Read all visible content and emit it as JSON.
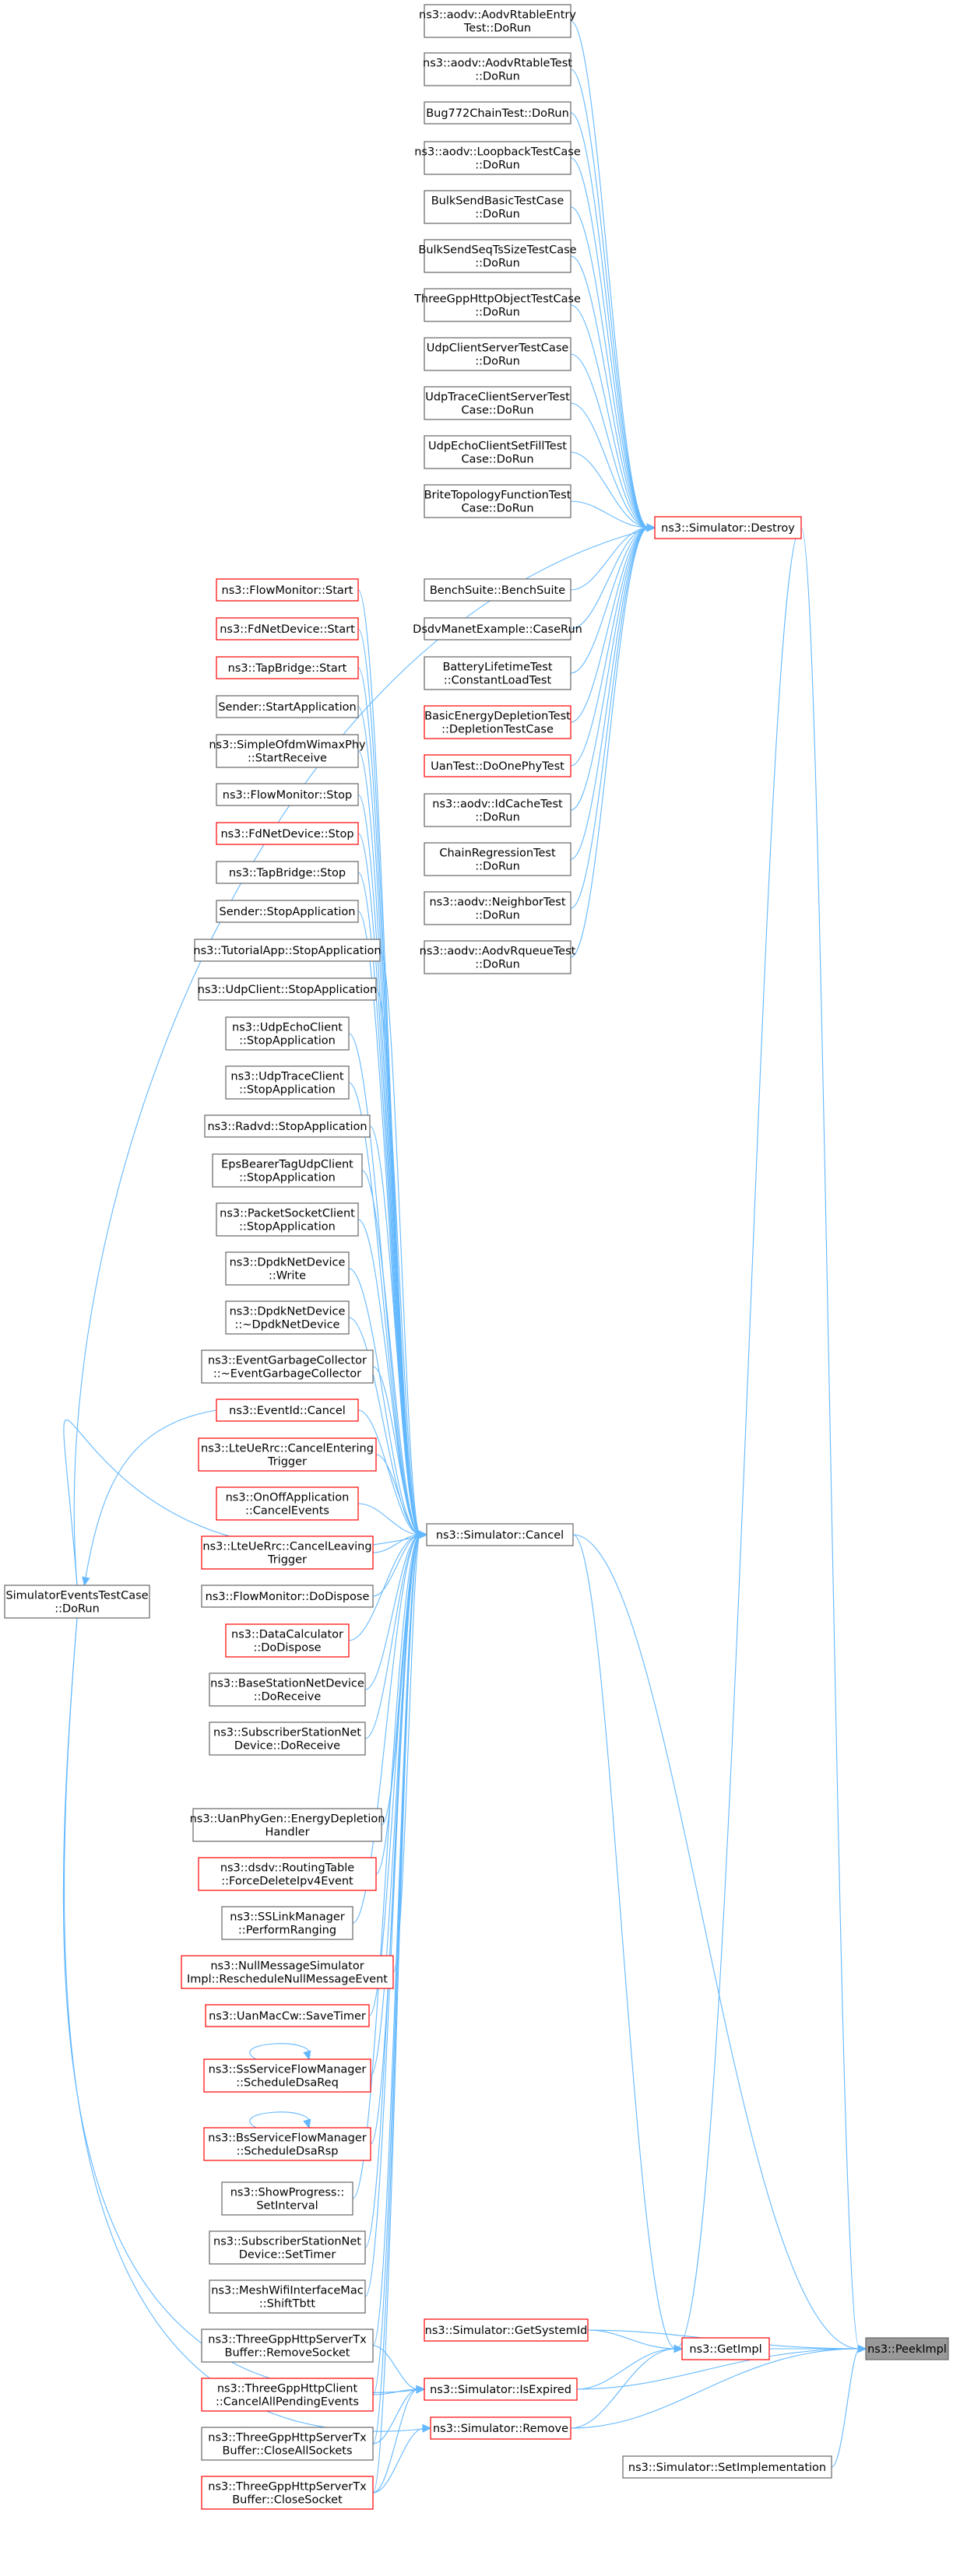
{
  "colors": {
    "edge": "#63b8ff",
    "node_border": "#666666",
    "node_border_incomplete": "#ff0000",
    "node_fill": "#ffffff",
    "target_fill": "#999999",
    "text": "#000000"
  },
  "nodes": [
    {
      "id": "n_aodvRtableEntry",
      "lines": [
        "ns3::aodv::AodvRtableEntry",
        "Test::DoRun"
      ],
      "red": false
    },
    {
      "id": "n_aodvRtableTest",
      "lines": [
        "ns3::aodv::AodvRtableTest",
        "::DoRun"
      ],
      "red": false
    },
    {
      "id": "n_bug772",
      "lines": [
        "Bug772ChainTest::DoRun"
      ],
      "red": false
    },
    {
      "id": "n_aodvLoopback",
      "lines": [
        "ns3::aodv::LoopbackTestCase",
        "::DoRun"
      ],
      "red": false
    },
    {
      "id": "n_bulkSendBasic",
      "lines": [
        "BulkSendBasicTestCase",
        "::DoRun"
      ],
      "red": false
    },
    {
      "id": "n_bulkSendSeq",
      "lines": [
        "BulkSendSeqTsSizeTestCase",
        "::DoRun"
      ],
      "red": false
    },
    {
      "id": "n_threeGppHttpObj",
      "lines": [
        "ThreeGppHttpObjectTestCase",
        "::DoRun"
      ],
      "red": false
    },
    {
      "id": "n_udpClientServer",
      "lines": [
        "UdpClientServerTestCase",
        "::DoRun"
      ],
      "red": false
    },
    {
      "id": "n_udpTraceClient",
      "lines": [
        "UdpTraceClientServerTest",
        "Case::DoRun"
      ],
      "red": false
    },
    {
      "id": "n_udpEchoFill",
      "lines": [
        "UdpEchoClientSetFillTest",
        "Case::DoRun"
      ],
      "red": false
    },
    {
      "id": "n_briteTopology",
      "lines": [
        "BriteTopologyFunctionTest",
        "Case::DoRun"
      ],
      "red": false
    },
    {
      "id": "n_destroy",
      "lines": [
        "ns3::Simulator::Destroy"
      ],
      "red": true
    },
    {
      "id": "n_benchSuite",
      "lines": [
        "BenchSuite::BenchSuite"
      ],
      "red": false
    },
    {
      "id": "n_dsdvManet",
      "lines": [
        "DsdvManetExample::CaseRun"
      ],
      "red": false
    },
    {
      "id": "n_batteryLifetime",
      "lines": [
        "BatteryLifetimeTest",
        "::ConstantLoadTest"
      ],
      "red": false
    },
    {
      "id": "n_basicEnergy",
      "lines": [
        "BasicEnergyDepletionTest",
        "::DepletionTestCase"
      ],
      "red": true
    },
    {
      "id": "n_uanTest",
      "lines": [
        "UanTest::DoOnePhyTest"
      ],
      "red": true
    },
    {
      "id": "n_aodvIdCache",
      "lines": [
        "ns3::aodv::IdCacheTest",
        "::DoRun"
      ],
      "red": false
    },
    {
      "id": "n_chainRegression",
      "lines": [
        "ChainRegressionTest",
        "::DoRun"
      ],
      "red": false
    },
    {
      "id": "n_aodvNeighbor",
      "lines": [
        "ns3::aodv::NeighborTest",
        "::DoRun"
      ],
      "red": false
    },
    {
      "id": "n_aodvRqueue",
      "lines": [
        "ns3::aodv::AodvRqueueTest",
        "::DoRun"
      ],
      "red": false
    },
    {
      "id": "n_flowMonitorStart",
      "lines": [
        "ns3::FlowMonitor::Start"
      ],
      "red": true
    },
    {
      "id": "n_fdNetDeviceStart",
      "lines": [
        "ns3::FdNetDevice::Start"
      ],
      "red": true
    },
    {
      "id": "n_tapBridgeStart",
      "lines": [
        "ns3::TapBridge::Start"
      ],
      "red": true
    },
    {
      "id": "n_senderStartApp",
      "lines": [
        "Sender::StartApplication"
      ],
      "red": false
    },
    {
      "id": "n_simpleOfdm",
      "lines": [
        "ns3::SimpleOfdmWimaxPhy",
        "::StartReceive"
      ],
      "red": false
    },
    {
      "id": "n_flowMonitorStop",
      "lines": [
        "ns3::FlowMonitor::Stop"
      ],
      "red": false
    },
    {
      "id": "n_fdNetDeviceStop",
      "lines": [
        "ns3::FdNetDevice::Stop"
      ],
      "red": true
    },
    {
      "id": "n_tapBridgeStop",
      "lines": [
        "ns3::TapBridge::Stop"
      ],
      "red": false
    },
    {
      "id": "n_senderStopApp",
      "lines": [
        "Sender::StopApplication"
      ],
      "red": false
    },
    {
      "id": "n_tutorialApp",
      "lines": [
        "ns3::TutorialApp::StopApplication"
      ],
      "red": false
    },
    {
      "id": "n_udpClientStop",
      "lines": [
        "ns3::UdpClient::StopApplication"
      ],
      "red": false
    },
    {
      "id": "n_udpEchoClientStop",
      "lines": [
        "ns3::UdpEchoClient",
        "::StopApplication"
      ],
      "red": false
    },
    {
      "id": "n_udpTraceClientStop",
      "lines": [
        "ns3::UdpTraceClient",
        "::StopApplication"
      ],
      "red": false
    },
    {
      "id": "n_radvdStop",
      "lines": [
        "ns3::Radvd::StopApplication"
      ],
      "red": false
    },
    {
      "id": "n_epsBearer",
      "lines": [
        "EpsBearerTagUdpClient",
        "::StopApplication"
      ],
      "red": false
    },
    {
      "id": "n_packetSocketClient",
      "lines": [
        "ns3::PacketSocketClient",
        "::StopApplication"
      ],
      "red": false
    },
    {
      "id": "n_dpdkWrite",
      "lines": [
        "ns3::DpdkNetDevice",
        "::Write"
      ],
      "red": false
    },
    {
      "id": "n_dpdkDestructor",
      "lines": [
        "ns3::DpdkNetDevice",
        "::~DpdkNetDevice"
      ],
      "red": false
    },
    {
      "id": "n_eventGarbage",
      "lines": [
        "ns3::EventGarbageCollector",
        "::~EventGarbageCollector"
      ],
      "red": false
    },
    {
      "id": "n_eventIdCancel",
      "lines": [
        "ns3::EventId::Cancel"
      ],
      "red": true
    },
    {
      "id": "n_lteCancelEntering",
      "lines": [
        "ns3::LteUeRrc::CancelEntering",
        "Trigger"
      ],
      "red": true
    },
    {
      "id": "n_onOffCancel",
      "lines": [
        "ns3::OnOffApplication",
        "::CancelEvents"
      ],
      "red": true
    },
    {
      "id": "n_lteCancelLeaving",
      "lines": [
        "ns3::LteUeRrc::CancelLeaving",
        "Trigger"
      ],
      "red": true
    },
    {
      "id": "n_flowMonitorDispose",
      "lines": [
        "ns3::FlowMonitor::DoDispose"
      ],
      "red": false
    },
    {
      "id": "n_dataCalculator",
      "lines": [
        "ns3::DataCalculator",
        "::DoDispose"
      ],
      "red": true
    },
    {
      "id": "n_baseStation",
      "lines": [
        "ns3::BaseStationNetDevice",
        "::DoReceive"
      ],
      "red": false
    },
    {
      "id": "n_subscriberReceive",
      "lines": [
        "ns3::SubscriberStationNet",
        "Device::DoReceive"
      ],
      "red": false
    },
    {
      "id": "n_uanPhyGen",
      "lines": [
        "ns3::UanPhyGen::EnergyDepletion",
        "Handler"
      ],
      "red": false
    },
    {
      "id": "n_dsdvRouting",
      "lines": [
        "ns3::dsdv::RoutingTable",
        "::ForceDeleteIpv4Event"
      ],
      "red": true
    },
    {
      "id": "n_ssLinkManager",
      "lines": [
        "ns3::SSLinkManager",
        "::PerformRanging"
      ],
      "red": false
    },
    {
      "id": "n_nullMessage",
      "lines": [
        "ns3::NullMessageSimulator",
        "Impl::RescheduleNullMessageEvent"
      ],
      "red": true
    },
    {
      "id": "n_uanMacCw",
      "lines": [
        "ns3::UanMacCw::SaveTimer"
      ],
      "red": true
    },
    {
      "id": "n_ssServiceFlow",
      "lines": [
        "ns3::SsServiceFlowManager",
        "::ScheduleDsaReq"
      ],
      "red": true
    },
    {
      "id": "n_bsServiceFlow",
      "lines": [
        "ns3::BsServiceFlowManager",
        "::ScheduleDsaRsp"
      ],
      "red": true
    },
    {
      "id": "n_showProgress",
      "lines": [
        "ns3::ShowProgress::",
        "SetInterval"
      ],
      "red": false
    },
    {
      "id": "n_subscriberTimer",
      "lines": [
        "ns3::SubscriberStationNet",
        "Device::SetTimer"
      ],
      "red": false
    },
    {
      "id": "n_meshWifi",
      "lines": [
        "ns3::MeshWifiInterfaceMac",
        "::ShiftTbtt"
      ],
      "red": false
    },
    {
      "id": "n_httpRemoveSocket",
      "lines": [
        "ns3::ThreeGppHttpServerTx",
        "Buffer::RemoveSocket"
      ],
      "red": false
    },
    {
      "id": "n_httpCancelPending",
      "lines": [
        "ns3::ThreeGppHttpClient",
        "::CancelAllPendingEvents"
      ],
      "red": true
    },
    {
      "id": "n_httpCloseAll",
      "lines": [
        "ns3::ThreeGppHttpServerTx",
        "Buffer::CloseAllSockets"
      ],
      "red": false
    },
    {
      "id": "n_httpCloseSocket",
      "lines": [
        "ns3::ThreeGppHttpServerTx",
        "Buffer::CloseSocket"
      ],
      "red": true
    },
    {
      "id": "n_simEventsTest",
      "lines": [
        "SimulatorEventsTestCase",
        "::DoRun"
      ],
      "red": false
    },
    {
      "id": "n_cancel",
      "lines": [
        "ns3::Simulator::Cancel"
      ],
      "red": false
    },
    {
      "id": "n_getSystemId",
      "lines": [
        "ns3::Simulator::GetSystemId"
      ],
      "red": true
    },
    {
      "id": "n_isExpired",
      "lines": [
        "ns3::Simulator::IsExpired"
      ],
      "red": true
    },
    {
      "id": "n_remove",
      "lines": [
        "ns3::Simulator::Remove"
      ],
      "red": true
    },
    {
      "id": "n_getImpl",
      "lines": [
        "ns3::GetImpl"
      ],
      "red": true
    },
    {
      "id": "n_setImplementation",
      "lines": [
        "ns3::Simulator::SetImplementation"
      ],
      "red": false
    },
    {
      "id": "n_peekImpl",
      "lines": [
        "ns3::PeekImpl"
      ],
      "red": false,
      "target": true
    }
  ]
}
